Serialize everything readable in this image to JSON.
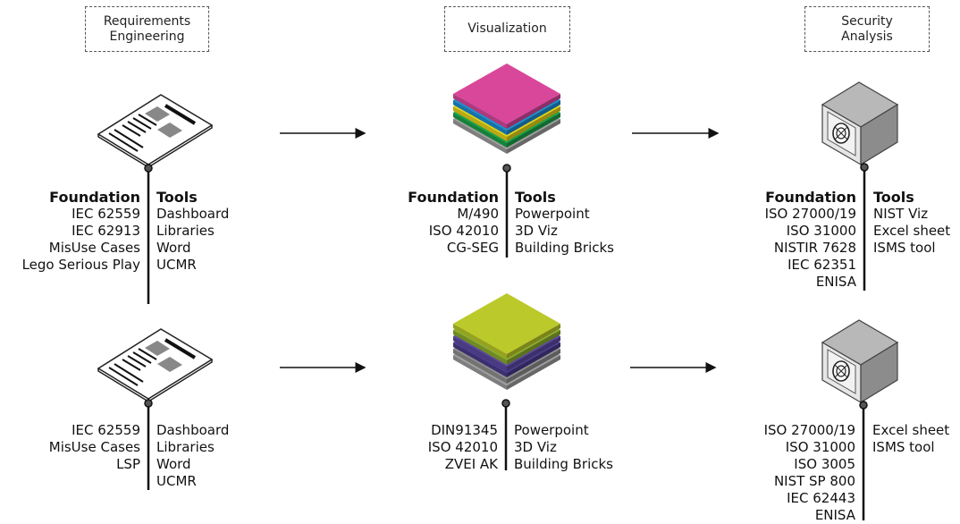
{
  "headers": {
    "requirements": [
      "Requirements",
      "Engineering"
    ],
    "visualization": "Visualization",
    "security": [
      "Security",
      "Analysis"
    ]
  },
  "colors": {
    "visual_top_layers": [
      "#9e9e9e",
      "#1aa34a",
      "#e8d319",
      "#1a8fd6",
      "#d9479a"
    ],
    "visual_bottom_layers": [
      "#9e9e9e",
      "#8e8e8e",
      "#4a3b8c",
      "#5c4aa1",
      "#8cae2b",
      "#bcc92b"
    ]
  },
  "top": {
    "requirements": {
      "foundation_heading": "Foundation",
      "tools_heading": "Tools",
      "foundation": [
        "IEC 62559",
        "IEC 62913",
        "MisUse Cases",
        "Lego Serious Play"
      ],
      "tools": [
        "Dashboard",
        "Libraries",
        "Word",
        "UCMR"
      ]
    },
    "visualization": {
      "foundation_heading": "Foundation",
      "tools_heading": "Tools",
      "foundation": [
        "M/490",
        "ISO 42010",
        "CG-SEG"
      ],
      "tools": [
        "Powerpoint",
        "3D Viz",
        "Building Bricks"
      ]
    },
    "security": {
      "foundation_heading": "Foundation",
      "tools_heading": "Tools",
      "foundation": [
        "ISO 27000/19",
        "ISO 31000",
        "NISTIR 7628",
        "IEC 62351",
        "ENISA"
      ],
      "tools": [
        "NIST Viz",
        "Excel sheet",
        "ISMS tool"
      ]
    }
  },
  "bottom": {
    "requirements": {
      "foundation": [
        "IEC 62559",
        "MisUse Cases",
        "LSP"
      ],
      "tools": [
        "Dashboard",
        "Libraries",
        "Word",
        "UCMR"
      ]
    },
    "visualization": {
      "foundation": [
        "DIN91345",
        "ISO 42010",
        "ZVEI AK"
      ],
      "tools": [
        "Powerpoint",
        "3D Viz",
        "Building Bricks"
      ]
    },
    "security": {
      "foundation": [
        "ISO 27000/19",
        "ISO 31000",
        "ISO 3005",
        "NIST SP 800",
        "IEC 62443",
        "ENISA"
      ],
      "tools": [
        "Excel sheet",
        "ISMS tool"
      ]
    }
  }
}
